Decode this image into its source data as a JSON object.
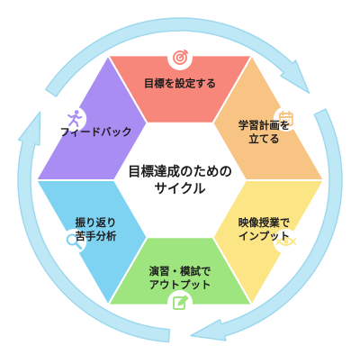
{
  "center_title": [
    "目標達成のための",
    "サイクル"
  ],
  "colors": {
    "ring": "#bfe8f6",
    "ring_stroke": "#9ed8ee",
    "center_fill": "#ffffff",
    "label": "#1c1c1c"
  },
  "segments": [
    {
      "lines": [
        "目標を設定する"
      ],
      "icon": "target-icon",
      "color": "#f7877a"
    },
    {
      "lines": [
        "学習計画を",
        "立てる"
      ],
      "icon": "calendar-icon",
      "color": "#f8c484"
    },
    {
      "lines": [
        "映像授業で",
        "インプット"
      ],
      "icon": "eye-icon",
      "color": "#fce584"
    },
    {
      "lines": [
        "演習・模試で",
        "アウトプット"
      ],
      "icon": "pencil-icon",
      "color": "#9ee57f"
    },
    {
      "lines": [
        "振り返り",
        "苦手分析"
      ],
      "icon": "magnifier-icon",
      "color": "#7fd3f2"
    },
    {
      "lines": [
        "フィードバック"
      ],
      "icon": "running-icon",
      "color": "#a98df3"
    }
  ]
}
